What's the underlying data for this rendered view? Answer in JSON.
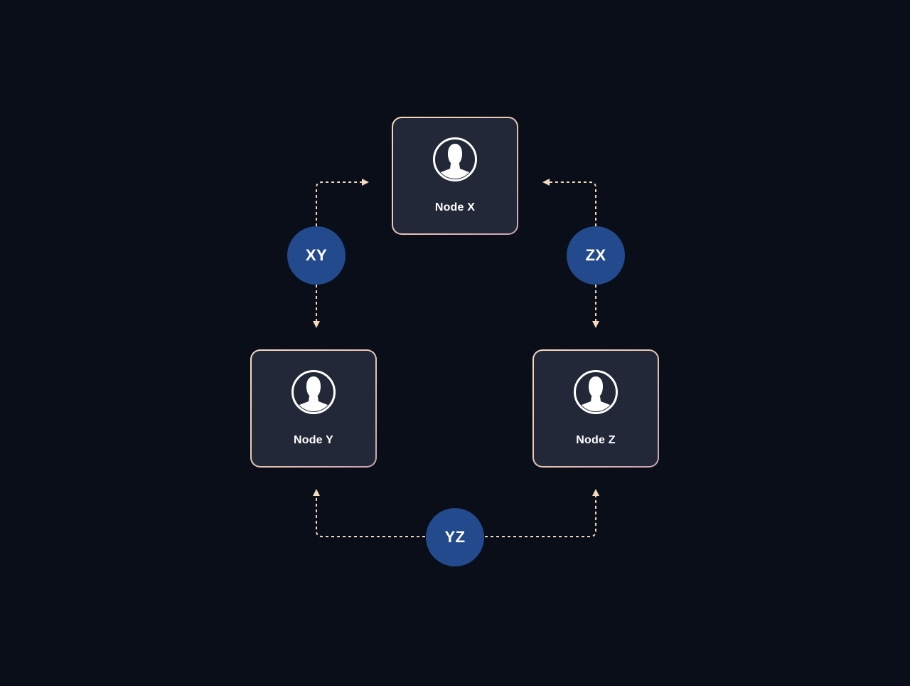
{
  "diagram": {
    "nodes": [
      {
        "id": "x",
        "label": "Node X",
        "icon": "user-avatar-icon"
      },
      {
        "id": "y",
        "label": "Node Y",
        "icon": "user-avatar-icon"
      },
      {
        "id": "z",
        "label": "Node Z",
        "icon": "user-avatar-icon"
      }
    ],
    "links": [
      {
        "id": "xy",
        "label": "XY",
        "connects": [
          "Node X",
          "Node Y"
        ]
      },
      {
        "id": "zx",
        "label": "ZX",
        "connects": [
          "Node Z",
          "Node X"
        ]
      },
      {
        "id": "yz",
        "label": "YZ",
        "connects": [
          "Node Y",
          "Node Z"
        ]
      }
    ],
    "colors": {
      "background": "#0a0e19",
      "node_fill": "#232838",
      "node_border": "#f7dcc0",
      "badge_fill": "#234a8d",
      "connector": "#f5d9bd",
      "text": "#ffffff"
    }
  }
}
